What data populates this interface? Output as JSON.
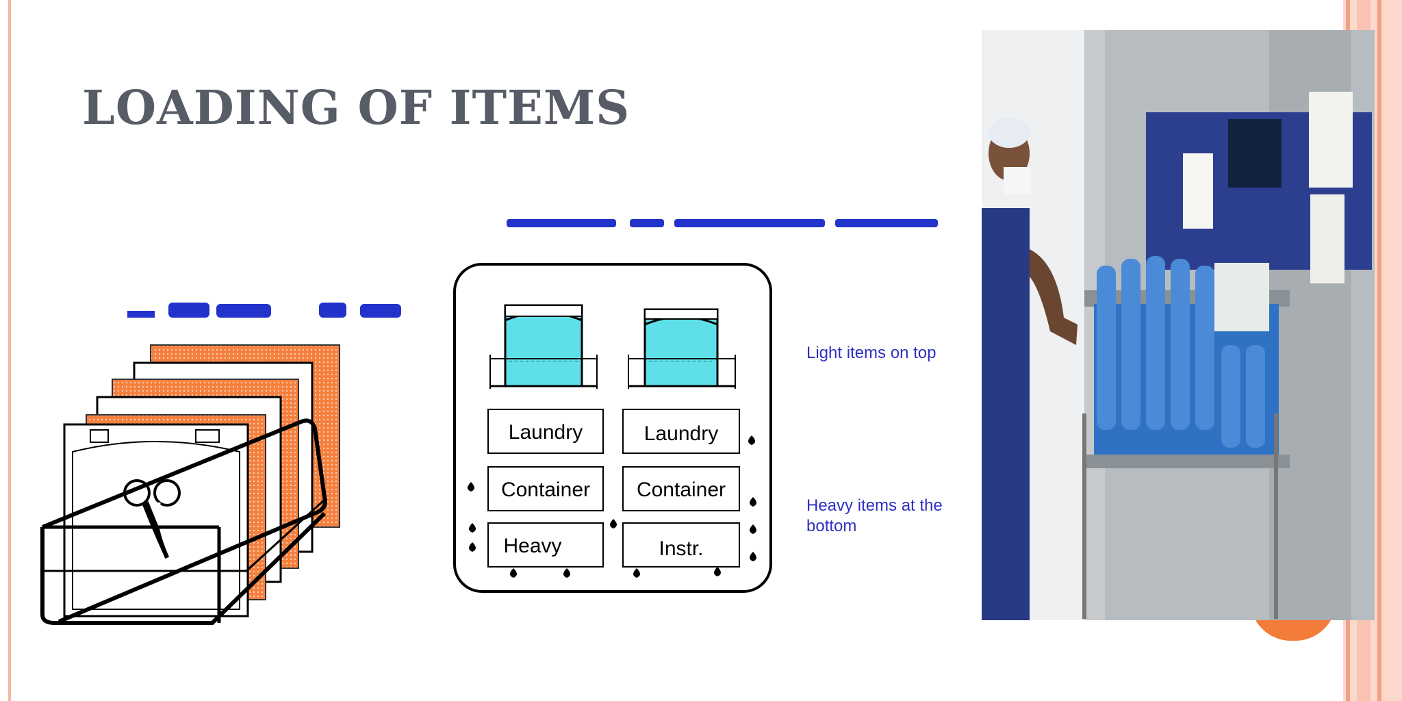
{
  "slide": {
    "title": "LOADING OF ITEMS",
    "colors": {
      "title": "#575c66",
      "accent": "#f37c3a",
      "border": "#f4b8a4",
      "caption_blue": "#2f2fc2"
    }
  },
  "chamber_diagram": {
    "shelf_labels": [
      "Laundry",
      "Laundry",
      "Container",
      "Container",
      "Heavy",
      "Instr."
    ],
    "annotations": {
      "top": "Light items on top",
      "bottom": "Heavy items at the bottom"
    }
  },
  "basket_diagram": {
    "icon": "tray-with-packs-and-scissors"
  },
  "photo": {
    "icon": "sterilizer-loading-photo"
  }
}
